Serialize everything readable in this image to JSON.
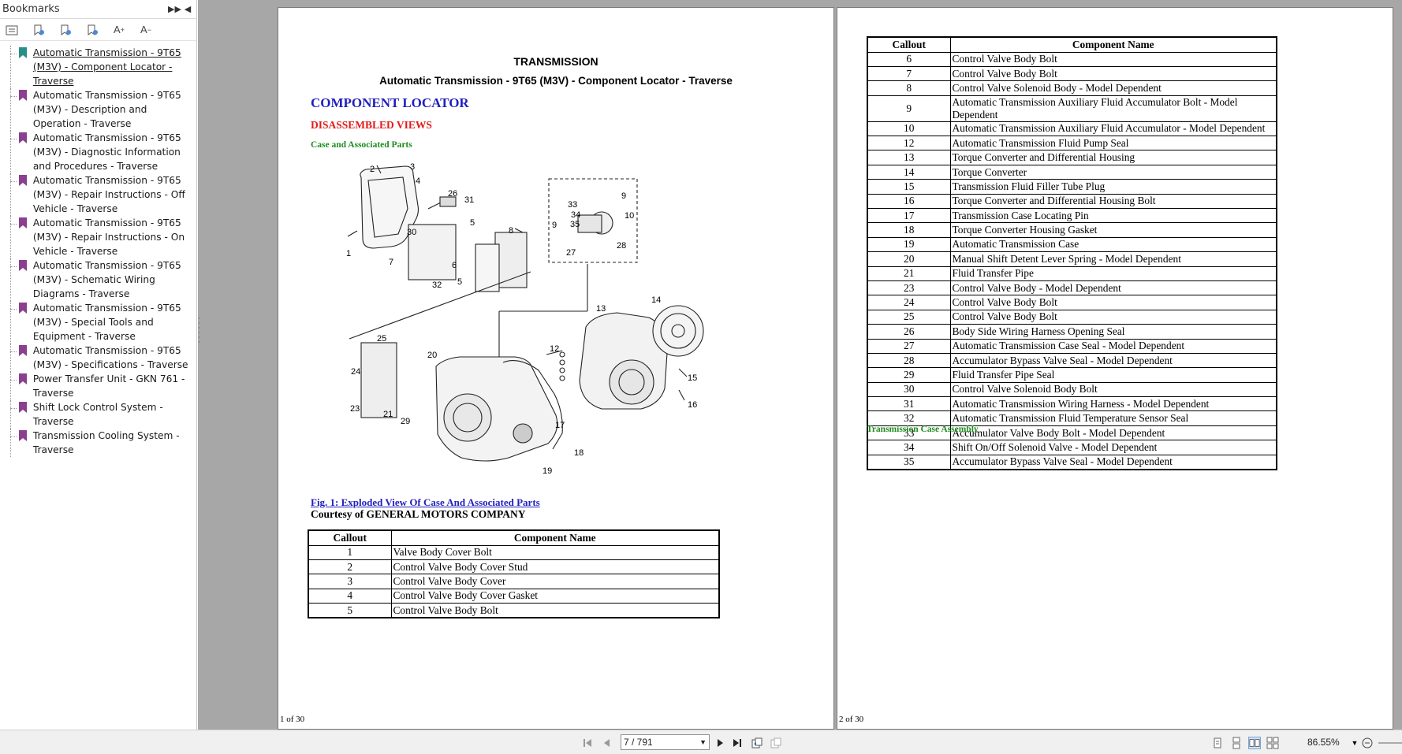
{
  "bookmarks": {
    "title": "Bookmarks",
    "items": [
      {
        "label": "Automatic Transmission - 9T65 (M3V) - Component Locator - Traverse",
        "active": true
      },
      {
        "label": "Automatic Transmission - 9T65 (M3V) - Description and Operation - Traverse"
      },
      {
        "label": "Automatic Transmission - 9T65 (M3V) - Diagnostic Information and Procedures - Traverse"
      },
      {
        "label": "Automatic Transmission - 9T65 (M3V) - Repair Instructions - Off Vehicle - Traverse"
      },
      {
        "label": "Automatic Transmission - 9T65 (M3V) - Repair Instructions - On Vehicle - Traverse"
      },
      {
        "label": "Automatic Transmission - 9T65 (M3V) - Schematic Wiring Diagrams - Traverse"
      },
      {
        "label": "Automatic Transmission - 9T65 (M3V) - Special Tools and Equipment - Traverse"
      },
      {
        "label": "Automatic Transmission - 9T65 (M3V) - Specifications - Traverse"
      },
      {
        "label": "Power Transfer Unit - GKN 761 - Traverse"
      },
      {
        "label": "Shift Lock Control System - Traverse"
      },
      {
        "label": "Transmission Cooling System - Traverse"
      }
    ]
  },
  "page1": {
    "heading": "TRANSMISSION",
    "subheading": "Automatic Transmission - 9T65 (M3V) - Component Locator - Traverse",
    "section": "COMPONENT LOCATOR",
    "subsection": "DISASSEMBLED VIEWS",
    "caption_small": "Case and Associated Parts",
    "figure_caption": "Fig. 1: Exploded View Of Case And Associated Parts",
    "courtesy": "Courtesy of GENERAL MOTORS COMPANY",
    "table_headers": [
      "Callout",
      "Component Name"
    ],
    "rows": [
      {
        "callout": "1",
        "name": "Valve Body Cover Bolt"
      },
      {
        "callout": "2",
        "name": "Control Valve Body Cover Stud"
      },
      {
        "callout": "3",
        "name": "Control Valve Body Cover"
      },
      {
        "callout": "4",
        "name": "Control Valve Body Cover Gasket"
      },
      {
        "callout": "5",
        "name": "Control Valve Body Bolt"
      }
    ],
    "footer": "1 of 30",
    "diagram_callouts": [
      "1",
      "2",
      "3",
      "4",
      "5",
      "6",
      "7",
      "8",
      "9",
      "10",
      "12",
      "13",
      "14",
      "15",
      "16",
      "17",
      "18",
      "19",
      "20",
      "21",
      "23",
      "24",
      "25",
      "26",
      "27",
      "28",
      "29",
      "30",
      "31",
      "32",
      "33",
      "34",
      "35"
    ]
  },
  "page2": {
    "table_headers": [
      "Callout",
      "Component Name"
    ],
    "rows": [
      {
        "callout": "6",
        "name": "Control Valve Body Bolt"
      },
      {
        "callout": "7",
        "name": "Control Valve Body Bolt"
      },
      {
        "callout": "8",
        "name": "Control Valve Solenoid Body - Model Dependent"
      },
      {
        "callout": "9",
        "name": "Automatic Transmission Auxiliary Fluid Accumulator Bolt - Model Dependent"
      },
      {
        "callout": "10",
        "name": "Automatic Transmission Auxiliary Fluid Accumulator - Model Dependent"
      },
      {
        "callout": "12",
        "name": "Automatic Transmission Fluid Pump Seal"
      },
      {
        "callout": "13",
        "name": "Torque Converter and Differential Housing"
      },
      {
        "callout": "14",
        "name": "Torque Converter"
      },
      {
        "callout": "15",
        "name": "Transmission Fluid Filler Tube Plug"
      },
      {
        "callout": "16",
        "name": "Torque Converter and Differential Housing Bolt"
      },
      {
        "callout": "17",
        "name": "Transmission Case Locating Pin"
      },
      {
        "callout": "18",
        "name": "Torque Converter Housing Gasket"
      },
      {
        "callout": "19",
        "name": "Automatic Transmission Case"
      },
      {
        "callout": "20",
        "name": "Manual Shift Detent Lever Spring - Model Dependent"
      },
      {
        "callout": "21",
        "name": "Fluid Transfer Pipe"
      },
      {
        "callout": "23",
        "name": "Control Valve Body - Model Dependent"
      },
      {
        "callout": "24",
        "name": "Control Valve Body Bolt"
      },
      {
        "callout": "25",
        "name": "Control Valve Body Bolt"
      },
      {
        "callout": "26",
        "name": "Body Side Wiring Harness Opening Seal"
      },
      {
        "callout": "27",
        "name": "Automatic Transmission Case Seal - Model Dependent"
      },
      {
        "callout": "28",
        "name": "Accumulator Bypass Valve Seal - Model Dependent"
      },
      {
        "callout": "29",
        "name": "Fluid Transfer Pipe Seal"
      },
      {
        "callout": "30",
        "name": "Control Valve Solenoid Body Bolt"
      },
      {
        "callout": "31",
        "name": "Automatic Transmission Wiring Harness - Model Dependent"
      },
      {
        "callout": "32",
        "name": "Automatic Transmission Fluid Temperature Sensor Seal"
      },
      {
        "callout": "33",
        "name": "Accumulator Valve Body Bolt - Model Dependent"
      },
      {
        "callout": "34",
        "name": "Shift On/Off Solenoid Valve - Model Dependent"
      },
      {
        "callout": "35",
        "name": "Accumulator Bypass Valve Seal - Model Dependent"
      }
    ],
    "next_caption": "Transmission Case Assembly",
    "footer": "2 of 30"
  },
  "nav": {
    "page_value": "7 / 791",
    "zoom": "86.55%"
  },
  "colors": {
    "section_blue": "#1f1fbf",
    "subsection_red": "#e41b1b",
    "caption_green": "#1e8c1e",
    "bookmark_flag": "#8a3f8f",
    "bookmark_flag_active": "#2a8f8a"
  }
}
